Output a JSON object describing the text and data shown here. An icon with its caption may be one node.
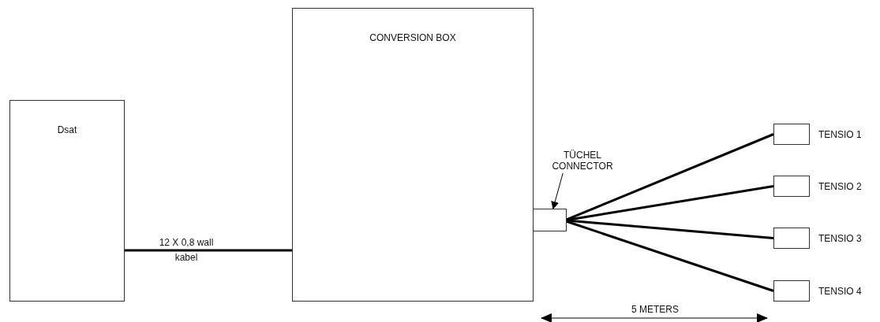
{
  "diagram": {
    "nodes": [
      {
        "text": [
          "Dsat"
        ]
      },
      {
        "text": [
          "CONVERSION BOX"
        ]
      },
      {
        "text": [
          "TÜCHEL CONNECTOR"
        ]
      },
      {
        "text": [],
        "shape": "box"
      },
      {
        "text": [],
        "shape": "box",
        "beside": [
          "TENSIO 1"
        ]
      },
      {
        "text": [],
        "shape": "box",
        "beside": [
          "TENSIO 2"
        ]
      },
      {
        "text": [],
        "shape": "box",
        "beside": [
          "TENSIO 3"
        ]
      },
      {
        "text": [],
        "shape": "box",
        "beside": [
          "TENSIO 4"
        ]
      }
    ],
    "edges": [
      {
        "from": 0,
        "to": 1,
        "arrow": "none",
        "label": "12 X 0,8 wall kabel"
      },
      {
        "from": 2,
        "to": 3,
        "arrow": "to"
      },
      {
        "from": 3,
        "to": 4,
        "arrow": "none"
      },
      {
        "from": 3,
        "to": 5,
        "arrow": "none"
      },
      {
        "from": 3,
        "to": 6,
        "arrow": "none"
      },
      {
        "from": 3,
        "to": 7,
        "arrow": "none"
      }
    ],
    "labels": [
      "5 METERS"
    ]
  }
}
